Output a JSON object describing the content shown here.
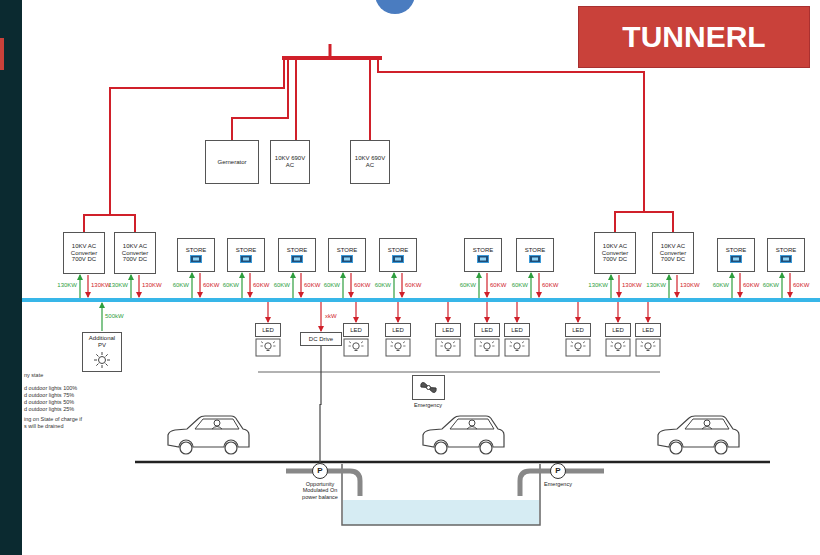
{
  "diagram": {
    "title": "TUNNERL",
    "nodes": [
      {
        "text": [
          "Gernerator"
        ]
      },
      {
        "text": [
          "10KV 690V AC"
        ]
      },
      {
        "text": [
          "10KV 690V AC"
        ]
      },
      {
        "text": [
          "10KV AC Converter 700V DC"
        ]
      },
      {
        "text": [
          "10KV AC Converter 700V DC"
        ]
      },
      {
        "text": [
          "STORE"
        ]
      },
      {
        "text": [
          "STORE"
        ]
      },
      {
        "text": [
          "STORE"
        ]
      },
      {
        "text": [
          "STORE"
        ]
      },
      {
        "text": [
          "STORE"
        ]
      },
      {
        "text": [
          "STORE"
        ]
      },
      {
        "text": [
          "STORE"
        ]
      },
      {
        "text": [
          "10KV AC Converter 700V DC"
        ]
      },
      {
        "text": [
          "10KV AC Converter 700V DC"
        ]
      },
      {
        "text": [
          "STORE"
        ]
      },
      {
        "text": [
          "STORE"
        ]
      },
      {
        "text": [
          "Additional PV"
        ]
      },
      {
        "text": [
          "LED"
        ]
      },
      {
        "text": [
          "DC Drive"
        ]
      },
      {
        "text": [
          "LED"
        ]
      },
      {
        "text": [
          "LED"
        ]
      },
      {
        "text": [
          "LED"
        ]
      },
      {
        "text": [
          "LED"
        ]
      },
      {
        "text": [
          "LED"
        ]
      },
      {
        "text": [
          "LED"
        ]
      },
      {
        "text": [
          "LED"
        ]
      },
      {
        "text": [
          "LED"
        ]
      },
      {
        "text": [
          "Emergency"
        ]
      },
      {
        "text": [
          "P",
          "Opportunity Modulated On power balance"
        ]
      },
      {
        "text": [
          "P",
          "Emergency"
        ]
      }
    ],
    "edges": [
      {
        "from": 0,
        "to": 3,
        "arrow": "none"
      },
      {
        "from": 0,
        "to": 4,
        "arrow": "none"
      },
      {
        "from": 0,
        "to": 12,
        "arrow": "none"
      },
      {
        "from": 0,
        "to": 13,
        "arrow": "none"
      },
      {
        "from": 1,
        "to": 3,
        "arrow": "none"
      },
      {
        "from": 1,
        "to": 4,
        "arrow": "none"
      },
      {
        "from": 1,
        "to": 12,
        "arrow": "none"
      },
      {
        "from": 1,
        "to": 13,
        "arrow": "none"
      },
      {
        "from": 2,
        "to": 3,
        "arrow": "none"
      },
      {
        "from": 2,
        "to": 4,
        "arrow": "none"
      },
      {
        "from": 2,
        "to": 12,
        "arrow": "none"
      },
      {
        "from": 2,
        "to": 13,
        "arrow": "none"
      },
      {
        "from": 18,
        "to": 28,
        "arrow": "none"
      }
    ],
    "labels": [
      "130KW",
      "130KW",
      "130KW",
      "130KW",
      "60KW",
      "60KW",
      "60KW",
      "60KW",
      "60KW",
      "60KW",
      "60KW",
      "60KW",
      "60KW",
      "60KW",
      "60KW",
      "60KW",
      "60KW",
      "60KW",
      "130KW",
      "130KW",
      "130KW",
      "130KW",
      "60KW",
      "60KW",
      "60KW",
      "60KW",
      "500kW",
      "xkW",
      "ny state",
      "d outdoor lights 100%",
      "d outdoor lights 75%",
      "d outdoor lights 50%",
      "d outdoor lights 25%",
      "ing on State of charge if",
      "s will be drained"
    ]
  }
}
